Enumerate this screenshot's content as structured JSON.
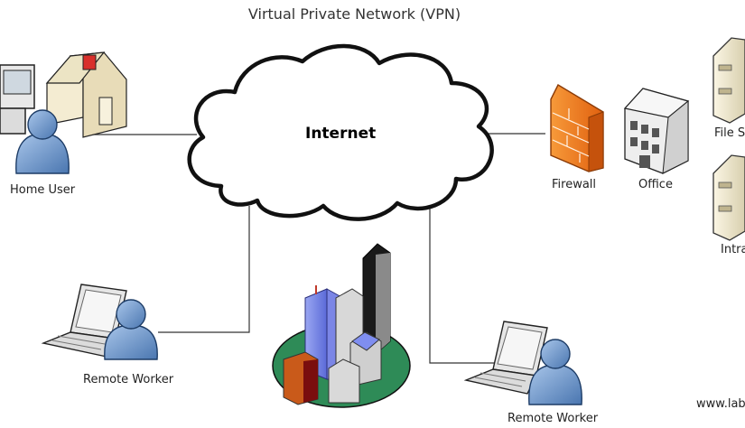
{
  "title": "Virtual Private Network (VPN)",
  "cloud_label": "Internet",
  "nodes": {
    "home_user": "Home User",
    "remote_worker_left": "Remote Worker",
    "remote_worker_bottom": "Remote Worker",
    "firewall": "Firewall",
    "office": "Office",
    "file_server": "File S",
    "intranet_server": "Intra"
  },
  "watermark": "www.lab",
  "colors": {
    "person_blue": "#6f97c9",
    "firewall_orange": "#f07a1e",
    "city_ground": "#2e8b57"
  }
}
